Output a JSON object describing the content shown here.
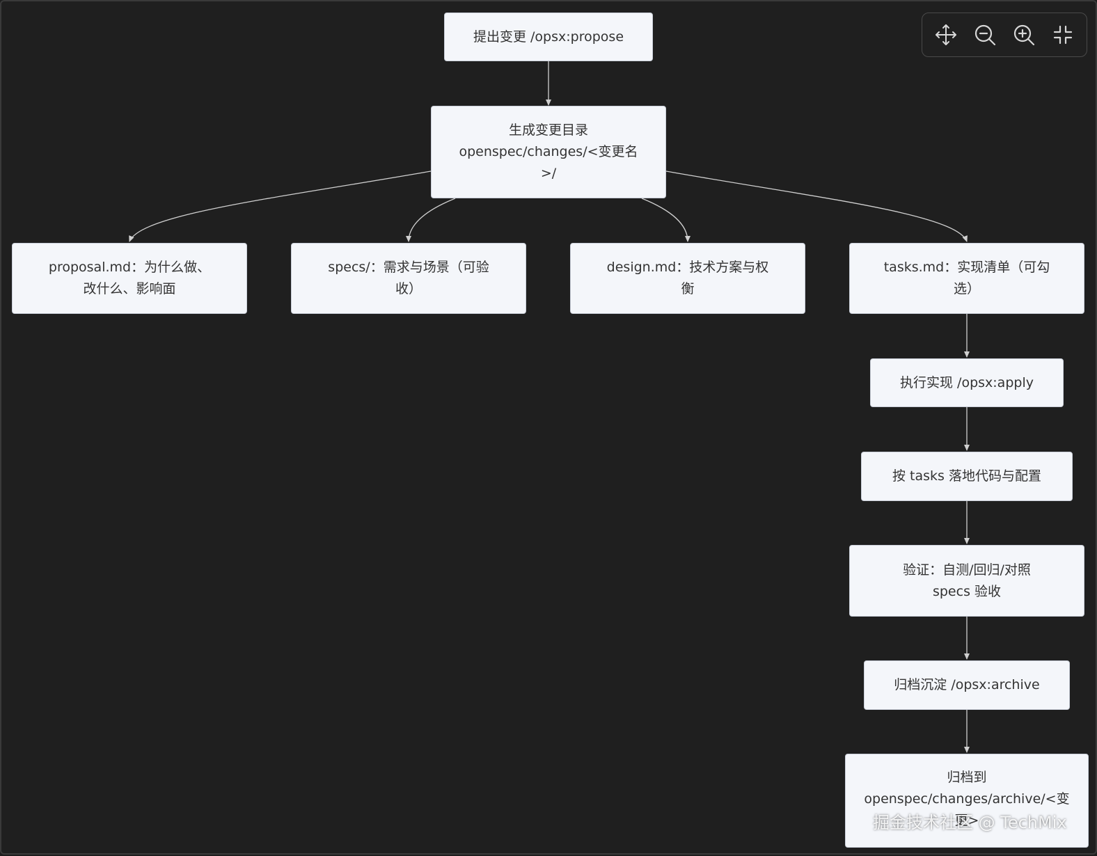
{
  "nodes": {
    "propose": "提出变更 /opsx:propose",
    "generate_dir": "生成变更目录 openspec/changes/<变更名>/",
    "proposal": "proposal.md：为什么做、改什么、影响面",
    "specs": "specs/：需求与场景（可验收）",
    "design": "design.md：技术方案与权衡",
    "tasks": "tasks.md：实现清单（可勾选）",
    "apply": "执行实现 /opsx:apply",
    "implement": "按 tasks 落地代码与配置",
    "verify": "验证：自测/回归/对照 specs 验收",
    "archive": "归档沉淀 /opsx:archive",
    "archive_to": "归档到 openspec/changes/archive/<变更>"
  },
  "toolbar": {
    "icons": [
      "move-icon",
      "zoom-out-icon",
      "zoom-in-icon",
      "fit-icon"
    ]
  },
  "watermark": "掘金技术社区 @ TechMix",
  "colors": {
    "background": "#1f1f1f",
    "node_fill": "#f4f6fa",
    "node_border": "#c9ced8",
    "edge": "#d0d0d0",
    "text": "#333333"
  }
}
